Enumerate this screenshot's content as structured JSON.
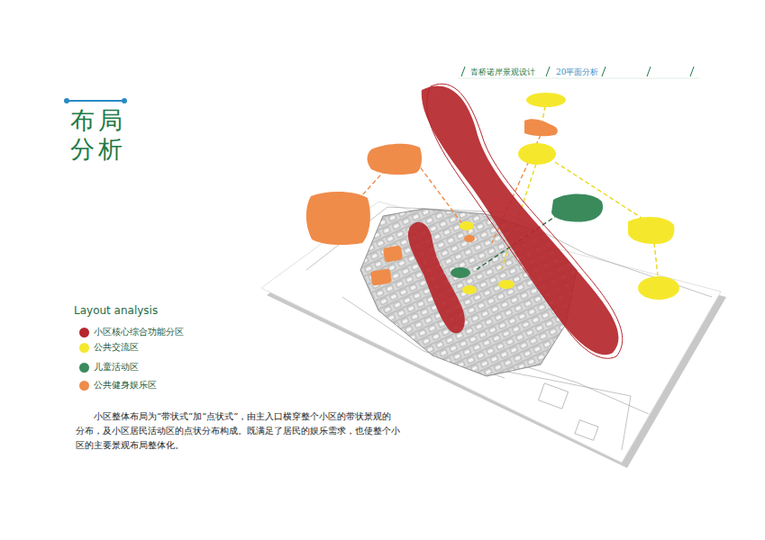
{
  "diagram": {
    "title": "布局 分析",
    "caption": "小区整体布局为“带状式”加“点状式”，由主入口横穿整个小区的带状景观的分布，及小区居民活动区的点状分布构成。既满足了居民的娱乐需求，也使整个小区的主要景观布局整体化。",
    "labels": [
      "青桥诺岸景观设计",
      "20平面分析",
      "Layout analysis"
    ],
    "legend": [
      {
        "text": "小区核心综合功能分区",
        "color": "#b5272d"
      },
      {
        "text": "公共交流区",
        "color": "#f5e82c"
      },
      {
        "text": "儿童活动区",
        "color": "#3a8a5c"
      },
      {
        "text": "公共健身娱乐区",
        "color": "#ef8c4a"
      }
    ]
  }
}
